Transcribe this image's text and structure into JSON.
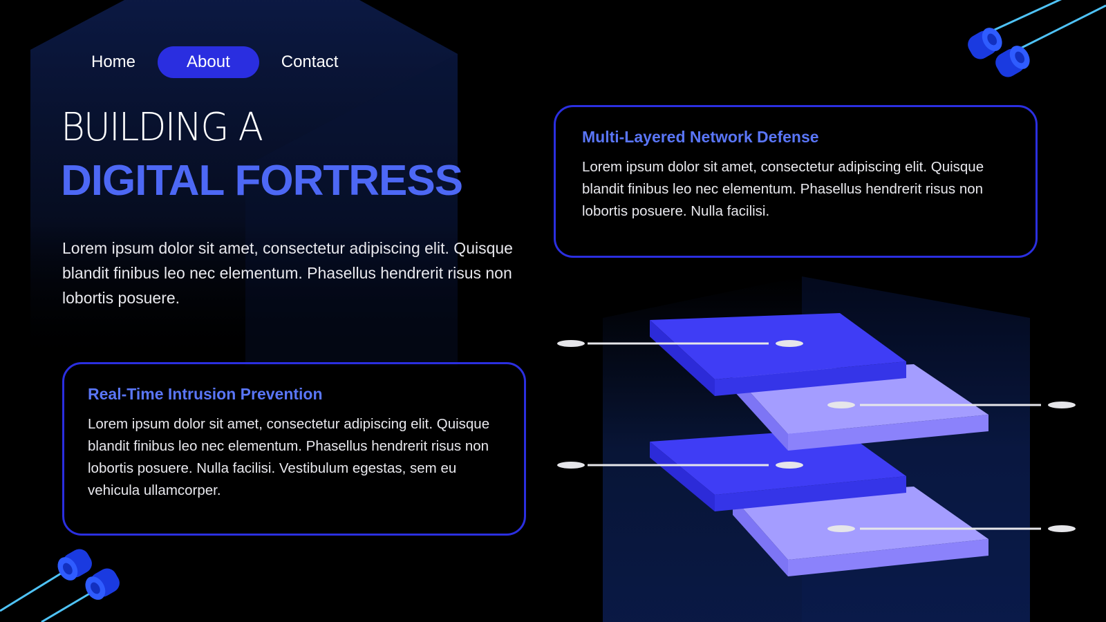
{
  "nav": {
    "items": [
      {
        "label": "Home",
        "active": false
      },
      {
        "label": "About",
        "active": true
      },
      {
        "label": "Contact",
        "active": false
      }
    ]
  },
  "hero": {
    "title_line1": "BUILDING A",
    "title_line2": "DIGITAL FORTRESS",
    "intro": "Lorem ipsum dolor sit amet, consectetur adipiscing elit. Quisque blandit finibus leo nec elementum. Phasellus hendrerit risus non lobortis posuere."
  },
  "cards": {
    "network": {
      "title": "Multi-Layered Network Defense",
      "body": "Lorem ipsum dolor sit amet, consectetur adipiscing elit. Quisque blandit finibus leo nec elementum. Phasellus hendrerit risus non lobortis posuere. Nulla facilisi."
    },
    "intrusion": {
      "title": "Real-Time Intrusion Prevention",
      "body": "Lorem ipsum dolor sit amet, consectetur adipiscing elit. Quisque blandit finibus leo nec elementum. Phasellus hendrerit risus non lobortis posuere. Nulla facilisi. Vestibulum egestas, sem eu vehicula ullamcorper."
    }
  },
  "colors": {
    "accent": "#2b2fe0",
    "title_blue": "#4d68f5",
    "layer_dark": "#3f3df5",
    "layer_light": "#a49dff",
    "connector_cyan": "#4fc3f7",
    "background": "#000000"
  },
  "icons": [
    "cable-connector-icon-top-right",
    "cable-connector-icon-bottom-left"
  ]
}
